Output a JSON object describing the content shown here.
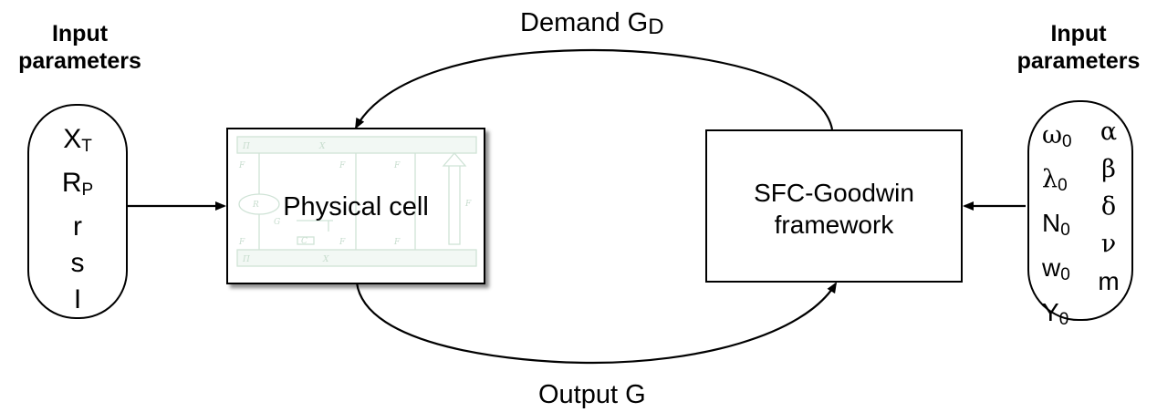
{
  "left_panel": {
    "heading": "Input parameters",
    "params": [
      {
        "main": "X",
        "sub": "T"
      },
      {
        "main": "R",
        "sub": "P"
      },
      {
        "main": "r",
        "sub": ""
      },
      {
        "main": "s",
        "sub": ""
      },
      {
        "main": "I",
        "sub": ""
      }
    ]
  },
  "right_panel": {
    "heading": "Input parameters",
    "params_col1": [
      {
        "main": "ω",
        "sub": "0"
      },
      {
        "main": "λ",
        "sub": "0"
      },
      {
        "main": "N",
        "sub": "0"
      },
      {
        "main": "w",
        "sub": "0"
      },
      {
        "main": "Y",
        "sub": "0"
      }
    ],
    "params_col2": [
      "α",
      "β",
      "δ",
      "ν",
      "m"
    ]
  },
  "physical_cell": {
    "title": "Physical cell",
    "schematic": {
      "top_bar": [
        "Π",
        "X"
      ],
      "bottom_bar": [
        "Π",
        "X"
      ],
      "labels": [
        "F",
        "F",
        "F",
        "F",
        "F",
        "F",
        "F"
      ],
      "elements": [
        "R",
        "G",
        "C"
      ]
    }
  },
  "sfc_box": {
    "title_line1": "SFC-Goodwin",
    "title_line2": "framework"
  },
  "flows": {
    "demand_main": "Demand G",
    "demand_sub": "D",
    "output": "Output G"
  }
}
